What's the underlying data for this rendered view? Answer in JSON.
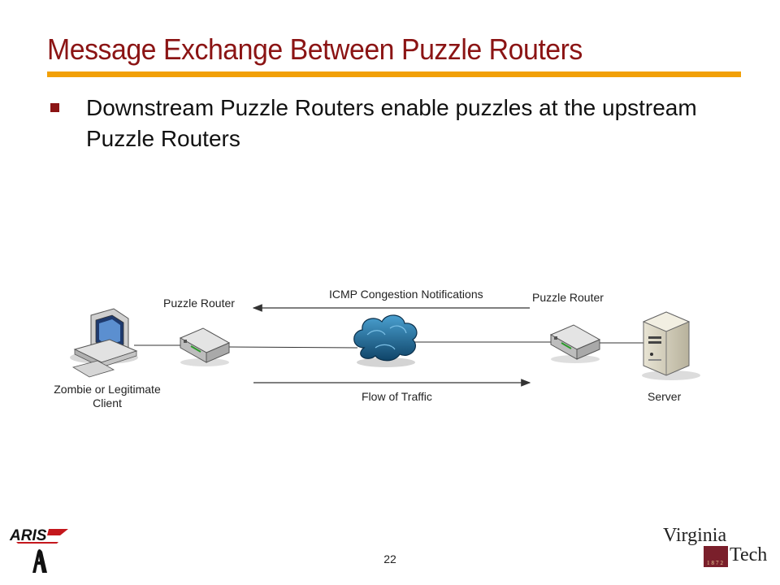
{
  "slide": {
    "title": "Message Exchange Between Puzzle Routers",
    "bullet": "Downstream Puzzle Routers enable puzzles at the upstream Puzzle Routers",
    "page_number": "22"
  },
  "diagram": {
    "left_router_label": "Puzzle Router",
    "right_router_label": "Puzzle Router",
    "icmp_label": "ICMP Congestion Notifications",
    "traffic_label": "Flow of Traffic",
    "client_label_line1": "Zombie or Legitimate",
    "client_label_line2": "Client",
    "server_label": "Server"
  },
  "logos": {
    "left": "ARIS",
    "right_line1": "Virginia",
    "right_line2": "Tech",
    "right_year": "1872"
  },
  "colors": {
    "title": "#8b1414",
    "rule": "#f2a007",
    "cloud": "#1d5f8a"
  }
}
